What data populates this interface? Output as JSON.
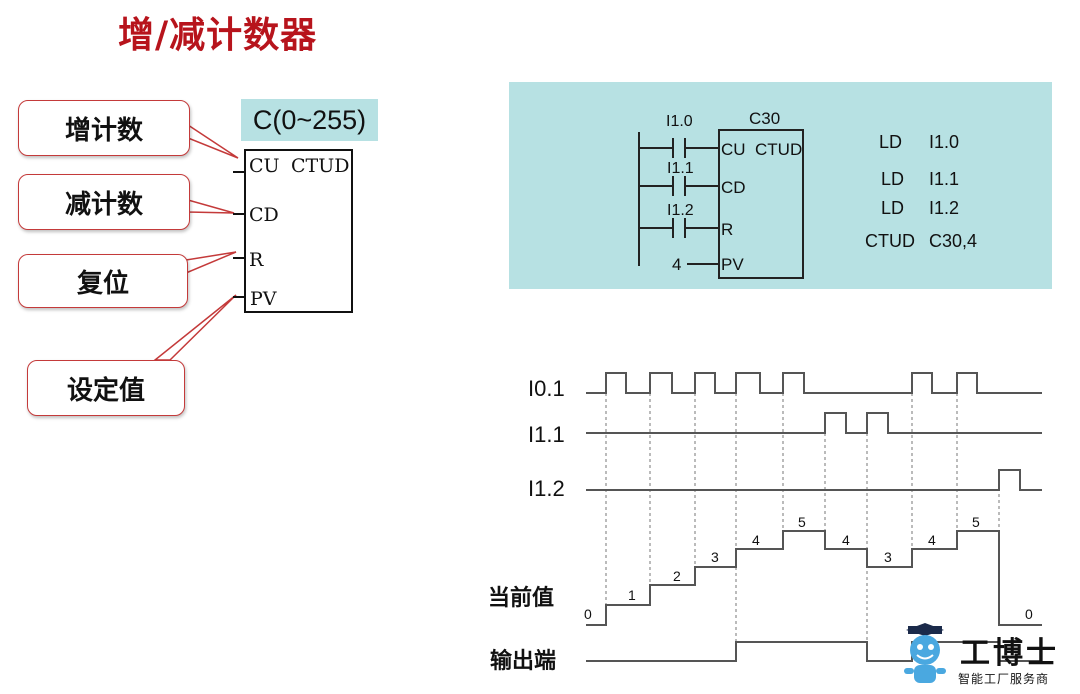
{
  "title": "增/减计数器",
  "block": {
    "range_label": "C(0~255)",
    "pins": {
      "cu": "CU",
      "ctud": "CTUD",
      "cd": "CD",
      "r": "R",
      "pv": "PV"
    }
  },
  "callouts": {
    "count_up": "增计数",
    "count_down": "减计数",
    "reset": "复位",
    "preset": "设定值"
  },
  "ladder": {
    "counter_name": "C30",
    "contacts": [
      "I1.0",
      "I1.1",
      "I1.2"
    ],
    "pins": [
      "CU",
      "CTUD",
      "CD",
      "R",
      "PV"
    ],
    "pv_value": "4",
    "stl": [
      {
        "op": "LD",
        "arg": "I1.0"
      },
      {
        "op": "LD",
        "arg": "I1.1"
      },
      {
        "op": "LD",
        "arg": "I1.2"
      },
      {
        "op": "CTUD",
        "arg": "C30,4"
      }
    ]
  },
  "timing": {
    "signals": [
      "I0.1",
      "I1.1",
      "I1.2"
    ],
    "current_value_label": "当前值",
    "output_label": "输出端",
    "step_values": [
      "0",
      "1",
      "2",
      "3",
      "4",
      "5",
      "4",
      "3",
      "4",
      "5",
      "0"
    ]
  },
  "logo": {
    "name": "工博士",
    "tagline": "智能工厂服务商"
  },
  "colors": {
    "title": "#b7141c",
    "callout_border": "#c43a3a",
    "panel": "#b7e1e3",
    "signal": "#555555"
  }
}
